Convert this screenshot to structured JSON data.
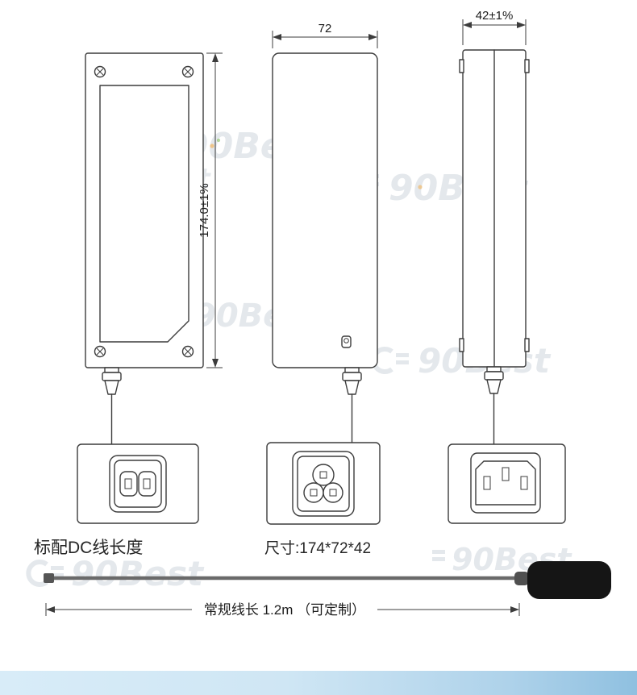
{
  "views": {
    "front": {
      "height_dim": "174.0±1%"
    },
    "top": {
      "width_dim": "72"
    },
    "side": {
      "depth_dim": "42±1%"
    }
  },
  "labels": {
    "dc_cable_heading": "标配DC线长度",
    "size_caption": "尺寸:174*72*42",
    "cable_length_caption": "常规线长 1.2m （可定制）"
  },
  "watermark": {
    "text": "90Best"
  },
  "colors": {
    "line": "#3c3c3c",
    "cable": "#6a6a6a",
    "plug_body": "#151515",
    "plug_boot": "#4f4f4f",
    "footer_left": "#d8ecf8",
    "footer_right": "#8fc0e0",
    "watermark": "#e4e8ec"
  }
}
